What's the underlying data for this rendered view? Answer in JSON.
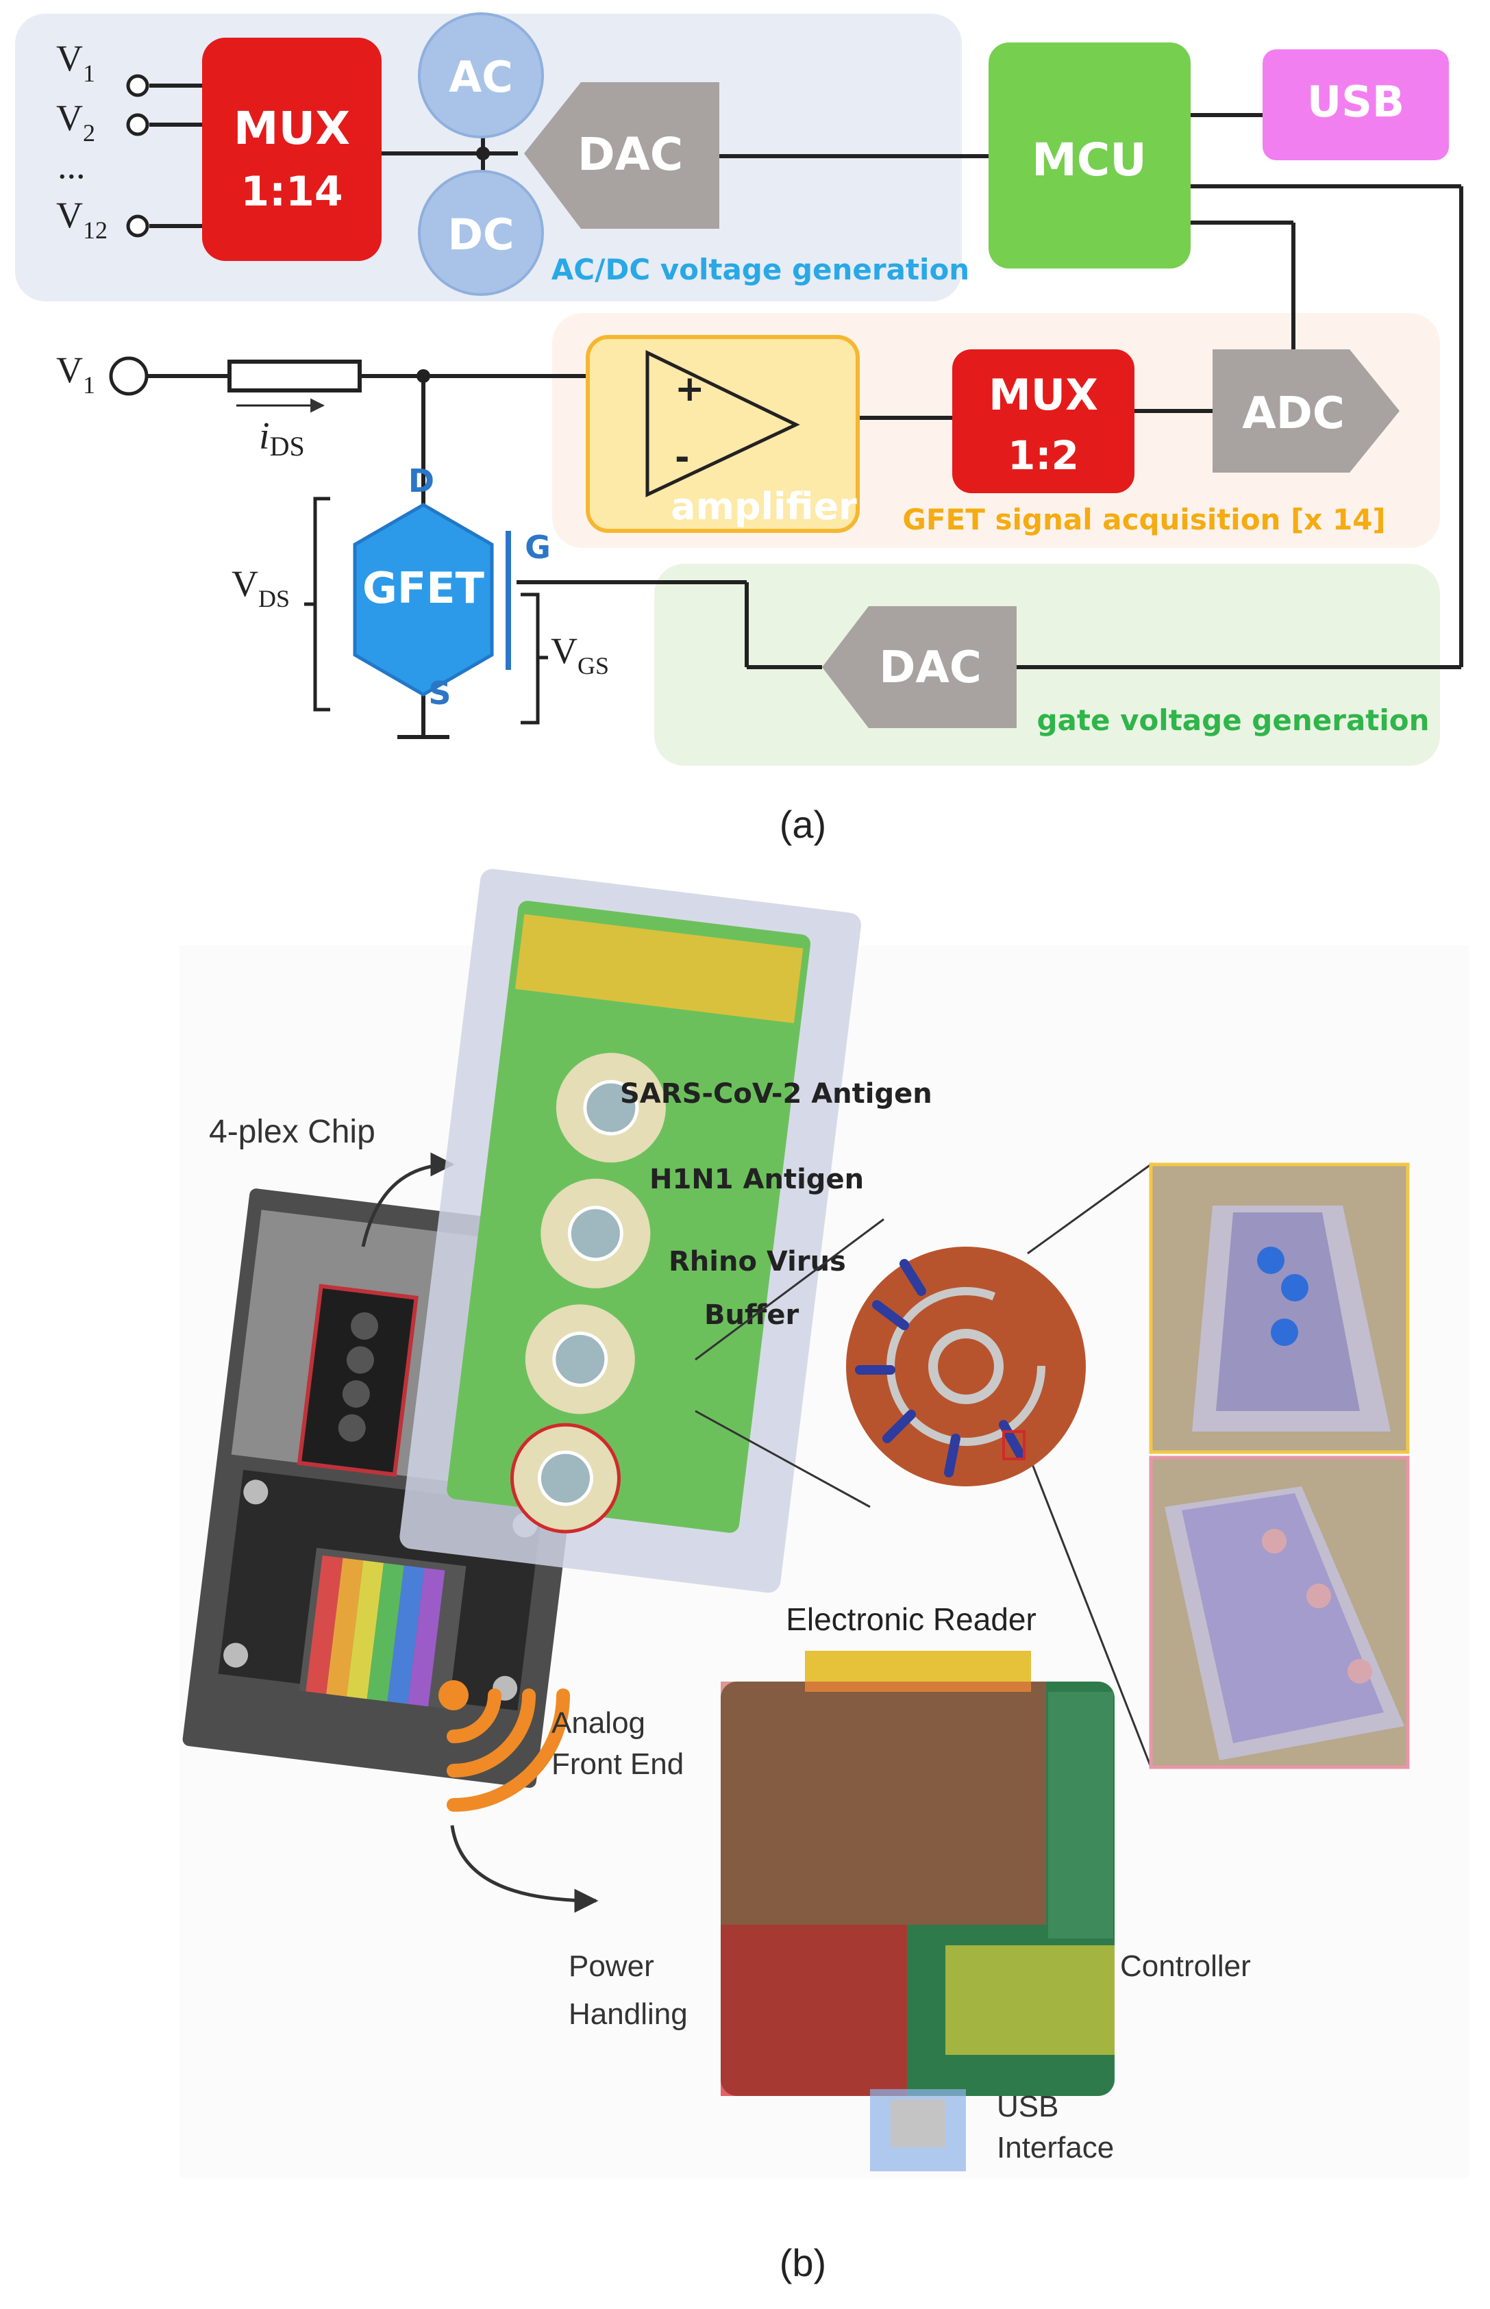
{
  "panel_a": {
    "inputs": {
      "v1_main": "V",
      "v1_sub": "1",
      "v2_main": "V",
      "v2_sub": "2",
      "ellipsis": "...",
      "v12_main": "V",
      "v12_sub": "12"
    },
    "mux_main": {
      "line1": "MUX",
      "line2": "1:14"
    },
    "ac": "AC",
    "dc": "DC",
    "dac_top": "DAC",
    "acdc_region_label": "AC/DC voltage generation",
    "mcu": "MCU",
    "usb": "USB",
    "v1_source": {
      "main": "V",
      "sub": "1"
    },
    "ids_label": {
      "main": "i",
      "sub": "DS"
    },
    "amp_plus": "+",
    "amp_minus": "-",
    "amplifier_label": "amplifier",
    "mux_acq": {
      "line1": "MUX",
      "line2": "1:2"
    },
    "adc": "ADC",
    "acq_region_label": "GFET signal acquisition [x 14]",
    "gfet": "GFET",
    "terminal_d": "D",
    "terminal_g": "G",
    "terminal_s": "S",
    "vds": {
      "main": "V",
      "sub": "DS"
    },
    "vgs": {
      "main": "V",
      "sub": "GS"
    },
    "dac_gate": "DAC",
    "gate_region_label": "gate voltage generation",
    "caption": "(a)"
  },
  "panel_b": {
    "chip_label": "4-plex Chip",
    "wells": [
      "SARS-CoV-2 Antigen",
      "H1N1 Antigen",
      "Rhino Virus",
      "Buffer"
    ],
    "reader_title": "Electronic Reader",
    "afe": [
      "Analog",
      "Front End"
    ],
    "power": [
      "Power",
      "Handling"
    ],
    "controller": "Controller",
    "usb_if": [
      "USB",
      "Interface"
    ],
    "caption": "(b)"
  },
  "colors": {
    "mux_red": "#e41b1b",
    "mcu_green": "#76cf4f",
    "usb_magenta": "#f27ff0",
    "gfet_blue": "#2c9ae8",
    "grey_block": "#a8a3a0",
    "acdc_bg": "#e8ecf5",
    "acq_bg": "#fdf3ec",
    "gate_bg": "#eaf4e3",
    "amp_fill": "#fde9a8",
    "amp_stroke": "#f5b731",
    "label_blue": "#29a8e6",
    "label_orange": "#f5ab12",
    "label_green": "#2fb54a",
    "terminal_blue": "#2b76c6",
    "wireless_orange": "#ef8a26"
  }
}
